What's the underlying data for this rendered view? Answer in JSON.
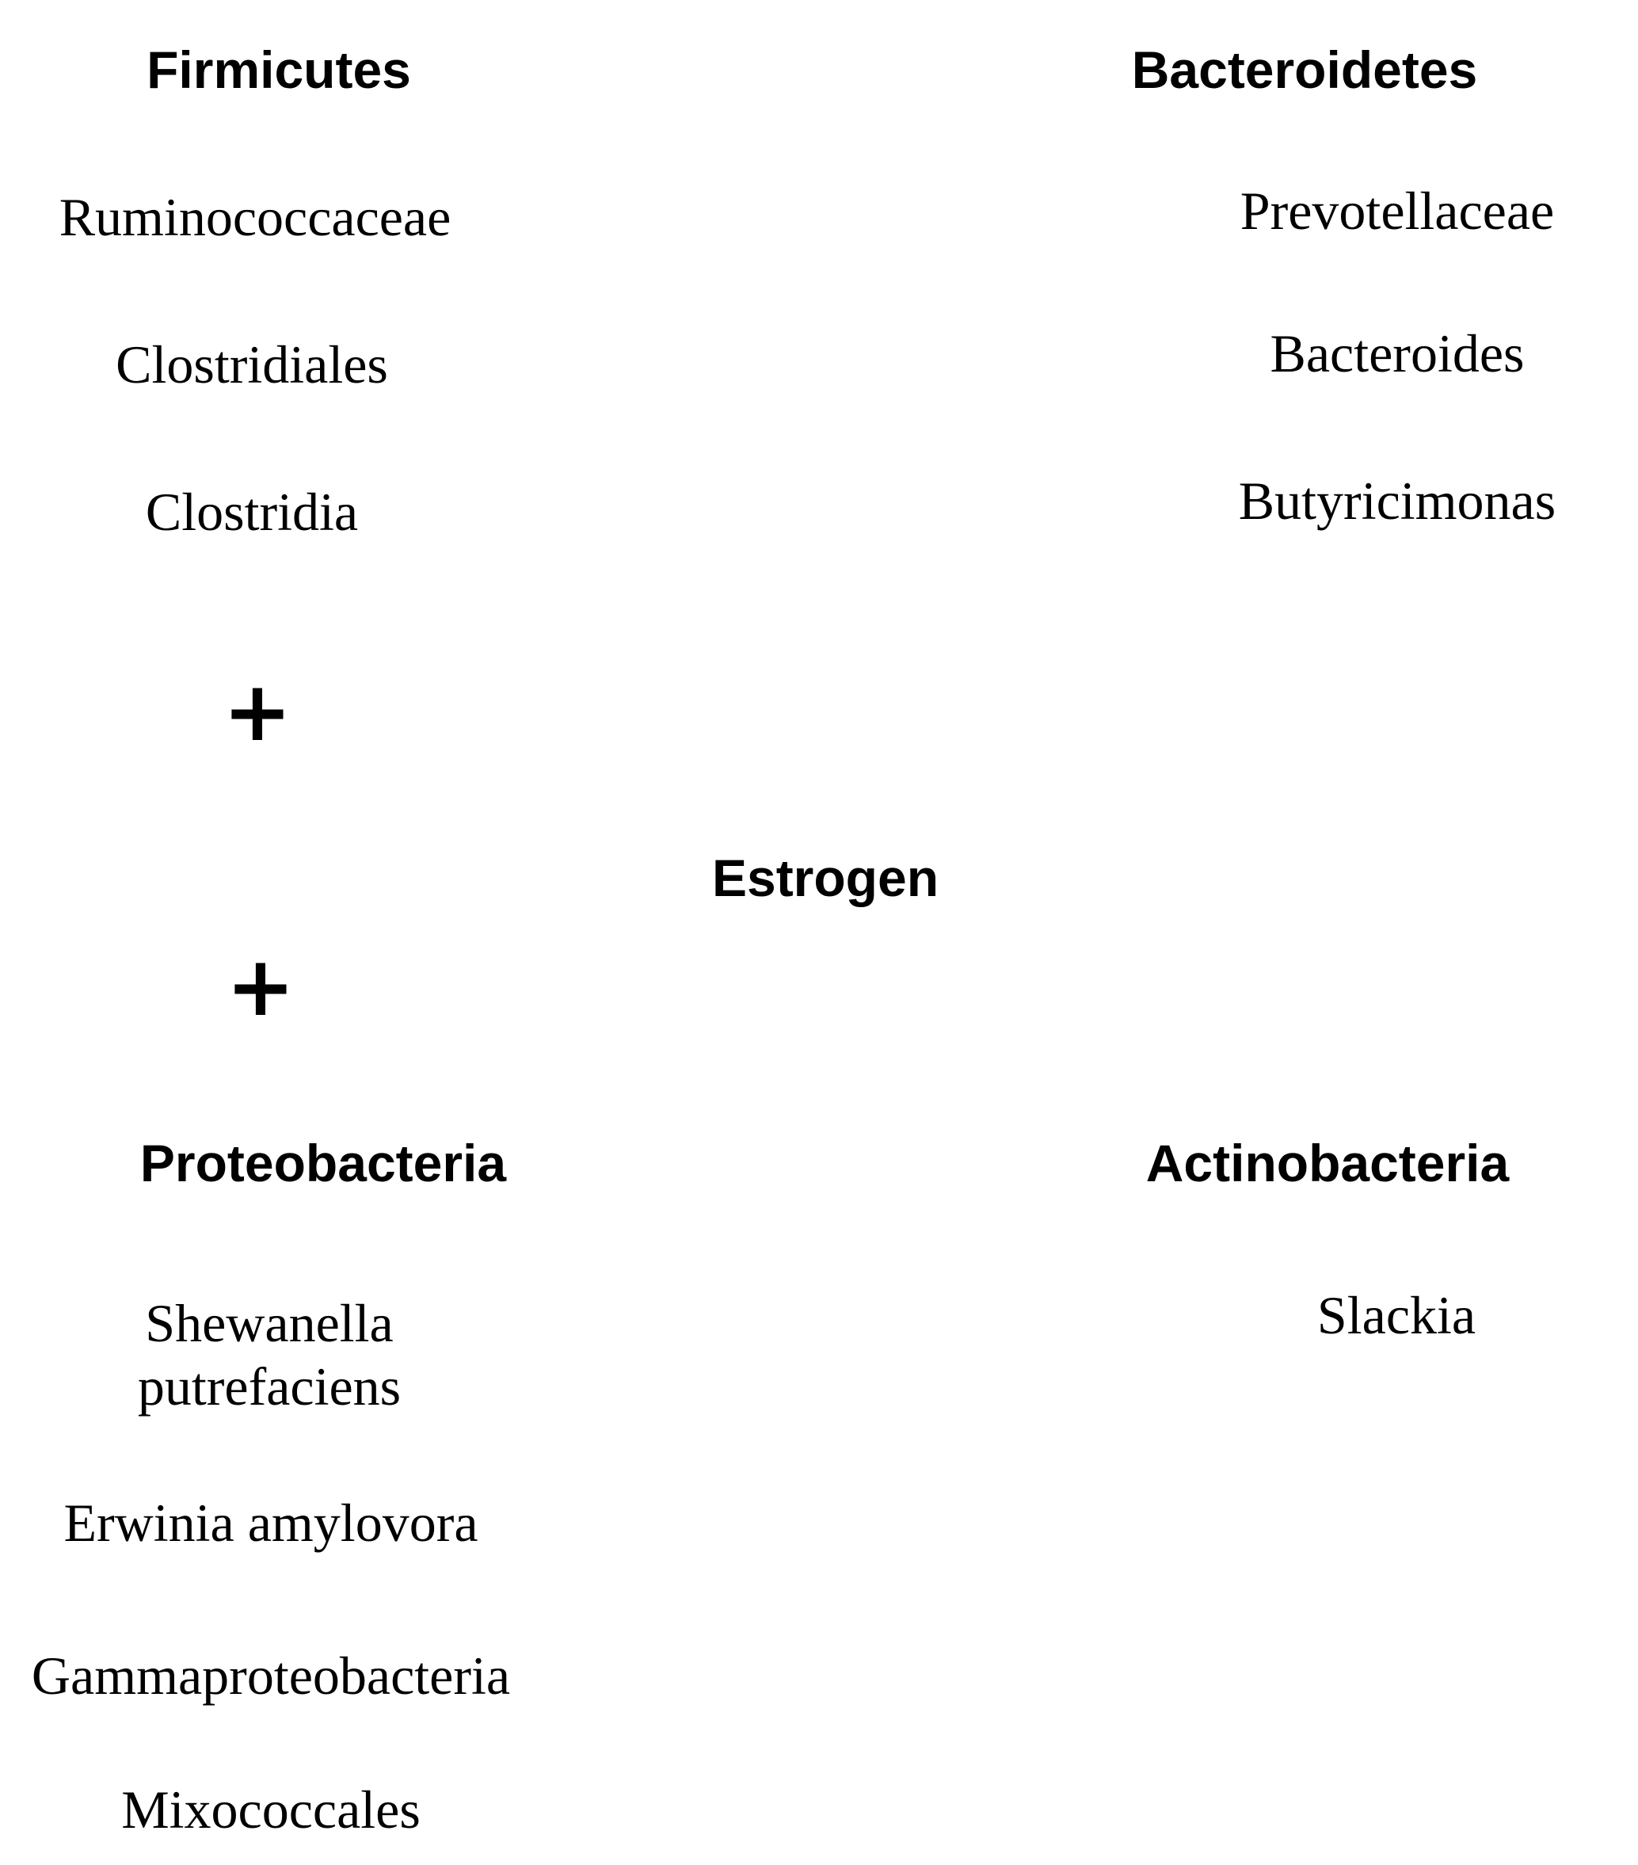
{
  "center": {
    "label": "Estrogen"
  },
  "groups": [
    {
      "phylum": "Firmicutes",
      "taxa": [
        "Ruminococcaceae",
        "Clostridiales",
        "Clostridia"
      ]
    },
    {
      "phylum": "Bacteroidetes",
      "taxa": [
        "Prevotellaceae",
        "Bacteroides",
        "Butyricimonas"
      ]
    },
    {
      "phylum": "Proteobacteria",
      "taxa": [
        "Shewanella putrefaciens",
        "Erwinia amylovora",
        "Gammaproteobacteria",
        "Mixococcales"
      ]
    },
    {
      "phylum": "Actinobacteria",
      "taxa": [
        "Slackia"
      ]
    }
  ],
  "symbols": {
    "plus": "+"
  }
}
